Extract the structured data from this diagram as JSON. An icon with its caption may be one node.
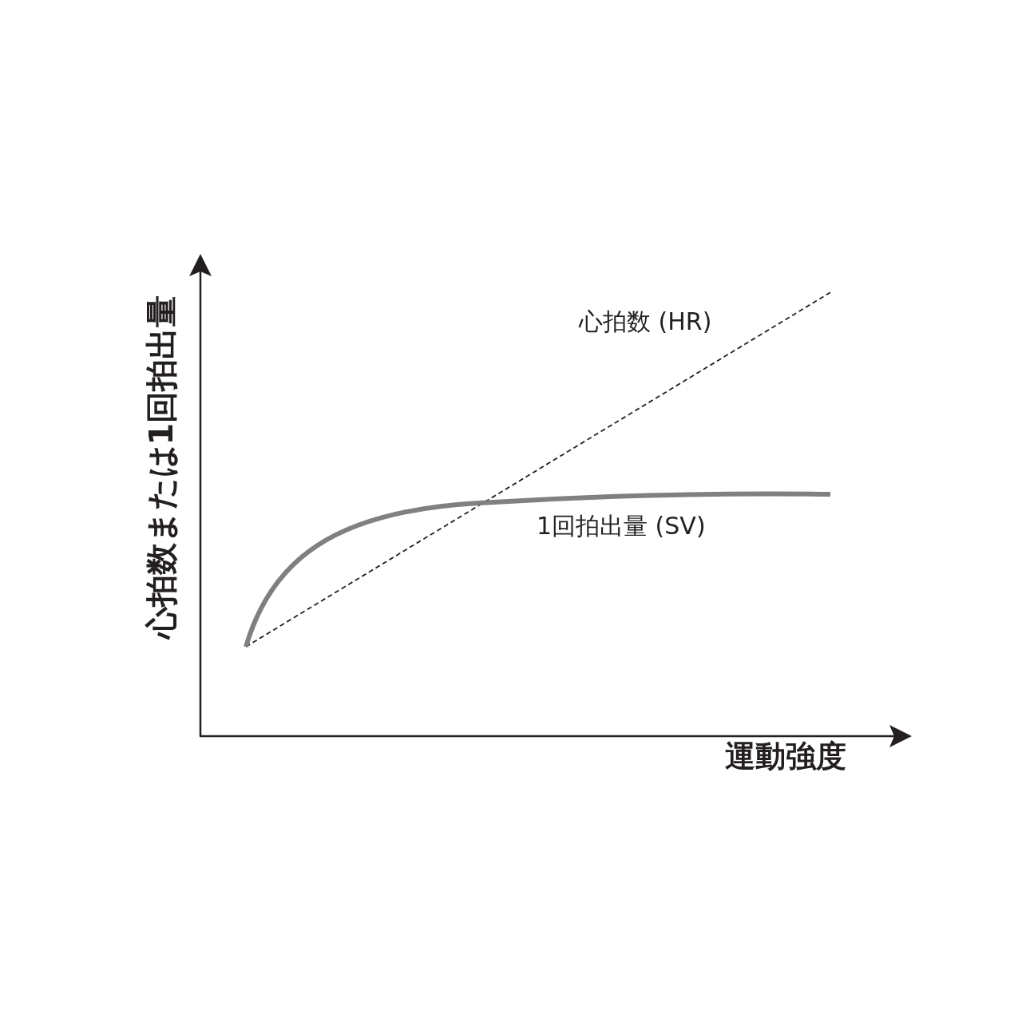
{
  "diagram": {
    "labels": [
      "心拍数 (HR)",
      "1回拍出量 (SV)",
      "心拍数または1回拍出量",
      "運動強度"
    ]
  }
}
